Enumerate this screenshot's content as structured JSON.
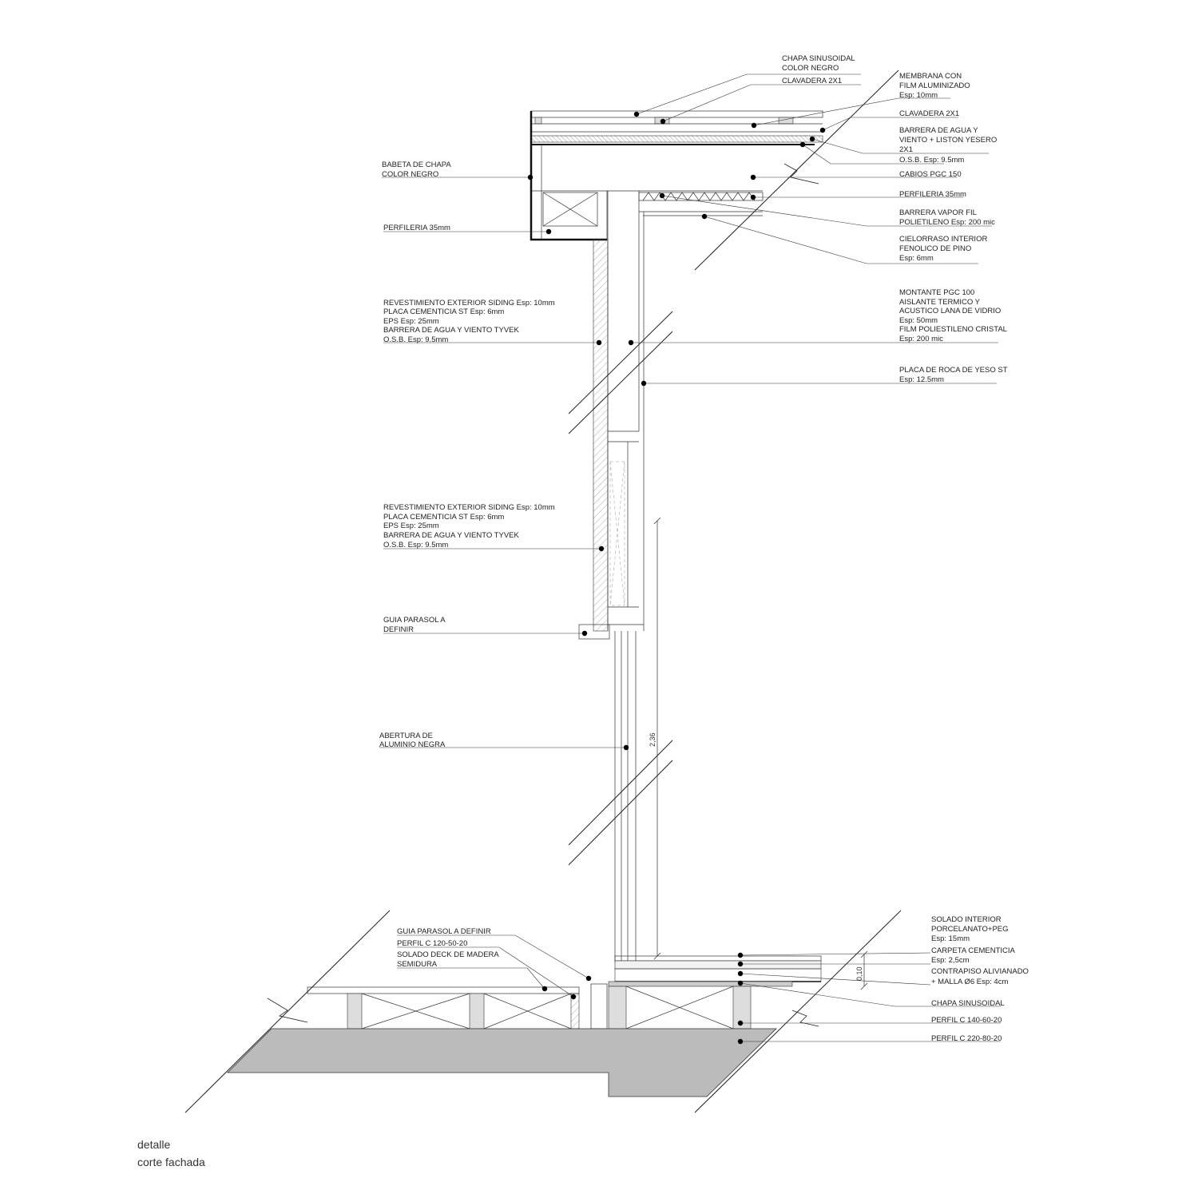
{
  "caption": {
    "line1": "detalle",
    "line2": "corte fachada"
  },
  "dimensions": {
    "height": "2,36",
    "floor": "0,10"
  },
  "labels": {
    "chapa_sinusoidal_1": "CHAPA SINUSOIDAL",
    "chapa_sinusoidal_2": "COLOR NEGRO",
    "clavadera_top": "CLAVADERA 2X1",
    "membrana_1": "MEMBRANA CON",
    "membrana_2": "FILM ALUMINIZADO",
    "membrana_3": "Esp: 10mm",
    "clavadera_2": "CLAVADERA 2X1",
    "barrera_1": "BARRERA DE AGUA Y",
    "barrera_2": "VIENTO + LISTON YESERO",
    "barrera_3": "2X1",
    "osb_roof": "O.S.B.  Esp: 9.5mm",
    "cabios": "CABIOS PGC 150",
    "perfileria_right": "PERFILERIA 35mm",
    "vapor_1": "BARRERA VAPOR FIL",
    "vapor_2": "POLIETILENO Esp: 200 mic",
    "cielorraso_1": "CIELORRASO INTERIOR",
    "cielorraso_2": "FENOLICO DE PINO",
    "cielorraso_3": "Esp: 6mm",
    "babeta_1": "BABETA DE CHAPA",
    "babeta_2": "COLOR NEGRO",
    "perfileria_left": "PERFILERIA 35mm",
    "rev1_1": "REVESTIMIENTO EXTERIOR SIDING Esp: 10mm",
    "rev1_2": "PLACA CEMENTICIA ST Esp: 6mm",
    "rev1_3": "EPS Esp: 25mm",
    "rev1_4": "BARRERA DE AGUA Y VIENTO TYVEK",
    "rev1_5": "O.S.B. Esp: 9.5mm",
    "montante_1": "MONTANTE PGC 100",
    "montante_2": "AISLANTE TERMICO Y",
    "montante_3": "ACUSTICO LANA DE VIDRIO",
    "montante_4": "Esp: 50mm",
    "montante_5": "FILM POLIESTILENO CRISTAL",
    "montante_6": "Esp: 200 mic",
    "placa_1": "PLACA DE ROCA DE YESO ST",
    "placa_2": "Esp: 12.5mm",
    "rev2_1": "REVESTIMIENTO EXTERIOR SIDING Esp: 10mm",
    "rev2_2": "PLACA CEMENTICIA ST Esp: 6mm",
    "rev2_3": "EPS Esp: 25mm",
    "rev2_4": "BARRERA DE AGUA Y VIENTO TYVEK",
    "rev2_5": "O.S.B. Esp: 9.5mm",
    "guia1_1": "GUIA PARASOL A",
    "guia1_2": "DEFINIR",
    "abertura_1": "ABERTURA DE",
    "abertura_2": "ALUMINIO NEGRA",
    "guia2": "GUIA PARASOL A DEFINIR",
    "perfil_c120": "PERFIL C 120-50-20",
    "deck_1": "SOLADO DECK DE MADERA",
    "deck_2": "SEMIDURA",
    "solado_1": "SOLADO INTERIOR",
    "solado_2": "PORCELANATO+PEG",
    "solado_3": "Esp: 15mm",
    "carpeta_1": "CARPETA CEMENTICIA",
    "carpeta_2": "Esp: 2,5cm",
    "contrapiso_1": "CONTRAPISO ALIVIANADO",
    "contrapiso_2": "+ MALLA Ø6  Esp: 4cm",
    "chapa_floor": "CHAPA SINUSOIDAL",
    "perfil_c140": "PERFIL C 140-60-20",
    "perfil_c220": "PERFIL C  220-80-20"
  }
}
